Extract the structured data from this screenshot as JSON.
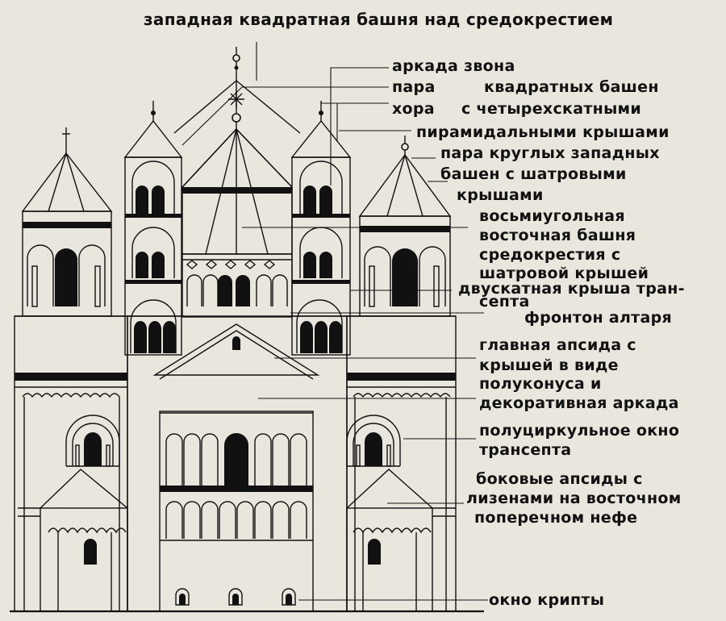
{
  "labels": {
    "west_tower": "западная квадратная башня над средокрестием",
    "bell_arcade": "аркада звона",
    "pair_square_1": "пара",
    "pair_square_2": "квадратных башен",
    "choir": "хора",
    "four_slope": "с четырехскатными",
    "pyramid_roofs": "пирамидальными крышами",
    "round_towers_1": "пара круглых западных",
    "round_towers_2": "башен с шатровыми",
    "round_towers_3": "крышами",
    "octagon_1": "восьмиугольная",
    "octagon_2": "восточная башня",
    "octagon_3": "средокрестия с",
    "octagon_4": "шатровой крышей",
    "transept_roof_1": "двускатная крыша тран-",
    "transept_roof_2": "септа",
    "altar_pediment": "фронтон алтаря",
    "apse_1": "главная апсида с",
    "apse_2": "крышей в виде",
    "apse_3": "полуконуса и",
    "apse_4": "декоративная аркада",
    "transept_window_1": "полуциркульное окно",
    "transept_window_2": "трансепта",
    "side_apses_1": "боковые апсиды с",
    "side_apses_2": "лизенами на восточном",
    "side_apses_3": "поперечном нефе",
    "crypt_window": "окно крипты"
  }
}
